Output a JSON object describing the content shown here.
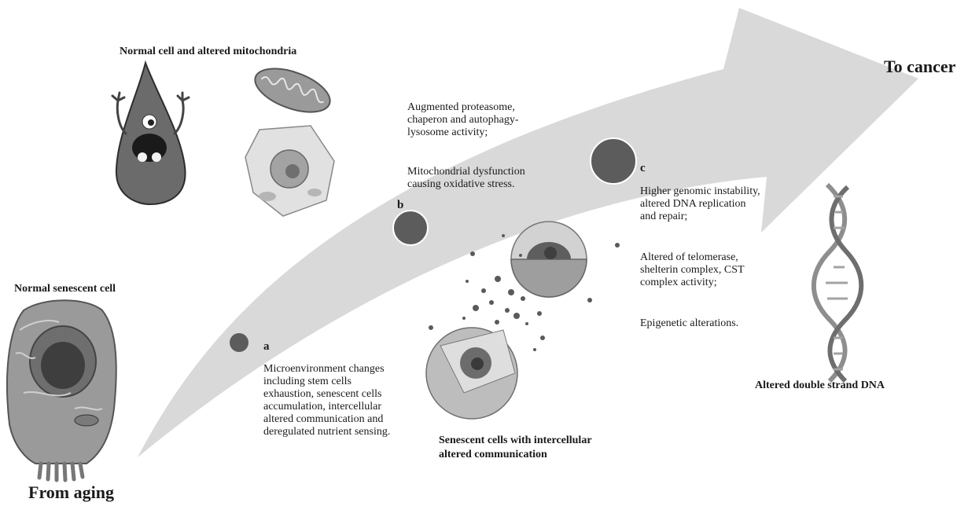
{
  "start_label": "From aging",
  "end_label": "To cancer",
  "illustrations": {
    "normal_senescent_cell": "Normal senescent cell",
    "normal_cell_mitochondria": "Normal cell and altered mitochondria",
    "senescent_cells_communication": "Senescent cells with intercellular\naltered communication",
    "altered_dna": "Altered double strand DNA"
  },
  "stages": {
    "a": {
      "letter": "a",
      "text": "Microenvironment changes\nincluding stem cells\nexhaustion, senescent cells\naccumulation, intercellular\naltered communication and\nderegulated nutrient sensing."
    },
    "b": {
      "letter": "b",
      "text_1": "Augmented proteasome,\nchaperon and autophagy-\nlysosome activity;",
      "text_2": "Mitochondrial dysfunction\ncausing oxidative stress."
    },
    "c": {
      "letter": "c",
      "text_1": "Higher genomic instability,\naltered DNA replication\nand repair;",
      "text_2": "Altered of telomerase,\nshelterin complex, CST\ncomplex activity;",
      "text_3": "Epigenetic alterations."
    }
  },
  "colors": {
    "arrow": "#d9d9d9",
    "stage_dot": "#5c5c5c",
    "cell_gray": "#8a8a8a"
  }
}
